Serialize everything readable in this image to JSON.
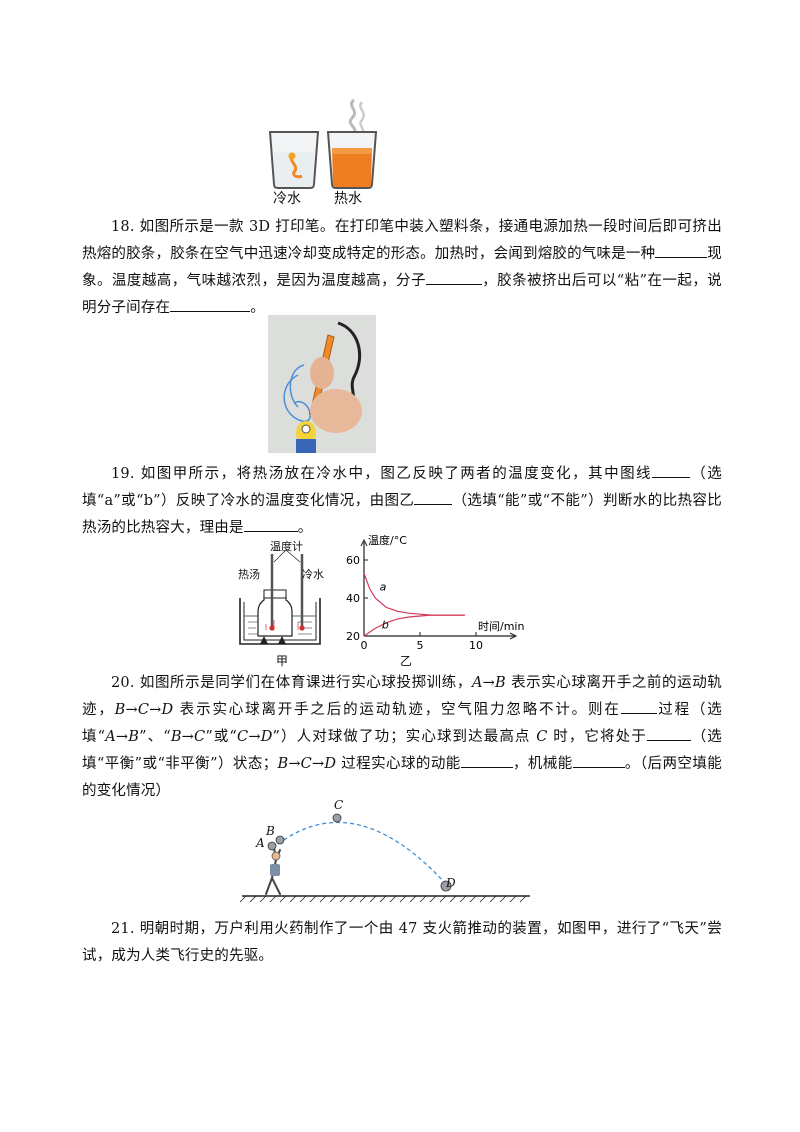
{
  "fig17": {
    "caption_cold": "冷水",
    "caption_hot": "热水"
  },
  "q18": {
    "text_1": "18. 如图所示是一款 3D 打印笔。在打印笔中装入塑料条，接通电源加热一段时间后即可挤出热熔的胶条，胶条在空气中迅速冷却变成特定的形态。加热时，会闻到熔胶的气味是一种",
    "text_2": "现象。温度越高，气味越浓烈，是因为温度越高，分子",
    "text_3": "，胶条被挤出后可以“粘”在一起，说明分子间存在",
    "text_4": "。"
  },
  "q19": {
    "text_1": "19. 如图甲所示，将热汤放在冷水中，图乙反映了两者的温度变化，其中图线",
    "text_2": "（选填“a”或“b”）反映了冷水的温度变化情况，由图乙",
    "text_3": "（选填“能”或“不能”）判断水的比热容比热汤的比热容大，理由是",
    "text_4": "。",
    "fig_jia": {
      "label_thermometer": "温度计",
      "label_hot_soup": "热汤",
      "label_cold_water": "冷水",
      "caption": "甲"
    },
    "fig_yi": {
      "caption": "乙"
    }
  },
  "chart_data": {
    "type": "line",
    "ylabel": "温度/°C",
    "xlabel": "时间/min",
    "y_ticks": [
      "20",
      "40",
      "60"
    ],
    "x_ticks": [
      "0",
      "5",
      "10"
    ],
    "xlim": [
      0,
      10
    ],
    "ylim": [
      20,
      60
    ],
    "series": [
      {
        "name": "a",
        "x": [
          0,
          0.5,
          1,
          2,
          3,
          4,
          5,
          6,
          7,
          8,
          9
        ],
        "y": [
          53,
          45,
          40,
          35,
          33,
          32,
          31.5,
          31,
          31,
          31,
          31
        ]
      },
      {
        "name": "b",
        "x": [
          0,
          1,
          2,
          3,
          4,
          5,
          6,
          7,
          8,
          9
        ],
        "y": [
          20,
          24,
          27,
          29,
          30,
          30.5,
          31,
          31,
          31,
          31
        ]
      }
    ]
  },
  "q20": {
    "text_1": "20. 如图所示是同学们在体育课进行实心球投掷训练，",
    "seg_ab": "A→B",
    "text_2": " 表示实心球离开手之前的运动轨迹，",
    "seg_bcd": "B→C→D",
    "text_3": " 表示实心球离开手之后的运动轨迹，空气阻力忽略不计。则在",
    "text_4": "过程（选填“",
    "opt_1": "A→B",
    "text_5": "”、“",
    "opt_2": "B→C",
    "text_6": "”或“",
    "opt_3": "C→D",
    "text_7": "”）人对球做了功；实心球到达最高点 ",
    "point_c": "C",
    "text_8": " 时，它将处于",
    "text_9": "（选填“平衡”或“非平衡”）状态；",
    "seg_bcd2": "B→C→D",
    "text_10": " 过程实心球的动能",
    "text_11": "，机械能",
    "text_12": "。（后两空填能的变化情况）",
    "fig": {
      "label_a": "A",
      "label_b": "B",
      "label_c": "C",
      "label_d": "D"
    }
  },
  "q21": {
    "text": "21. 明朝时期，万户利用火药制作了一个由 47 支火箭推动的装置，如图甲，进行了“飞天”尝试，成为人类飞行史的先驱。"
  }
}
